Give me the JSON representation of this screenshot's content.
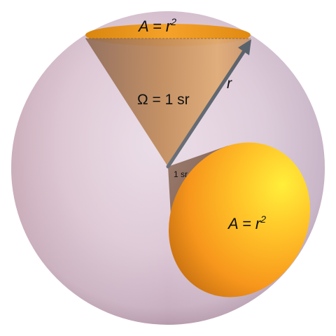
{
  "labels": {
    "top_area": {
      "base": "A = r",
      "exponent": "2"
    },
    "radius": "r",
    "solid_angle": "Ω = 1 sr",
    "small_solid_angle": "1 sr",
    "cap_area": {
      "base": "A = r",
      "exponent": "2"
    }
  },
  "colors": {
    "sphere_light": "#ece1ea",
    "sphere_mid": "#dcc4d2",
    "sphere_edge": "#a88a9c",
    "cap_highlight": "#ffe642",
    "cap_mid": "#fda822",
    "cap_dark": "#b06a10",
    "cone_light": "#d7a06a",
    "cone_dark": "#8a6a5a",
    "arrow": "#5f6770"
  }
}
